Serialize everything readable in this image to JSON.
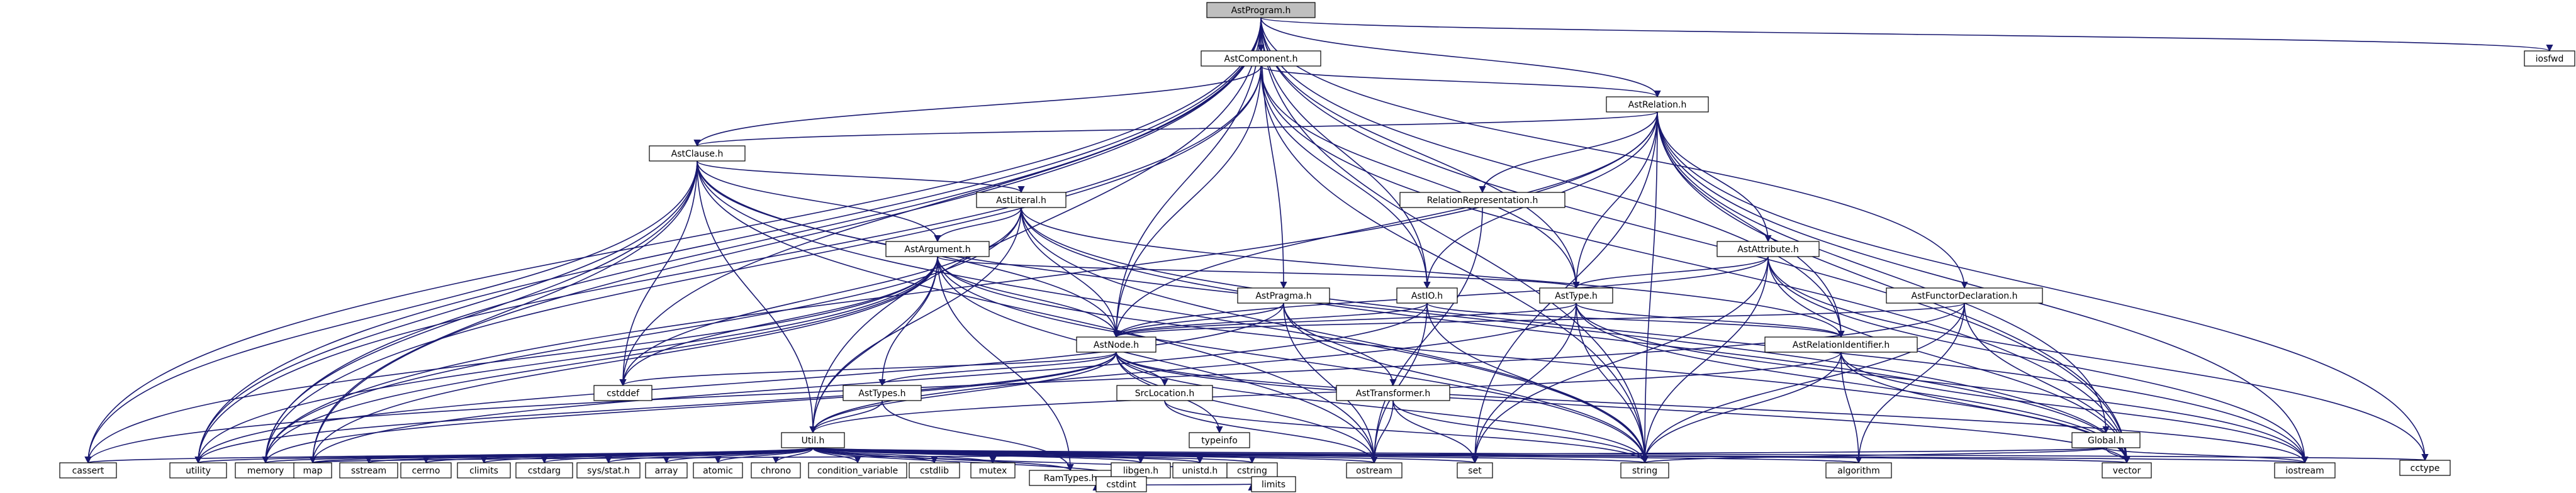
{
  "diagram": {
    "title": "AstProgram.h",
    "colors": {
      "edge": "#191970",
      "root_fill": "#bfbfbf",
      "header_fill": "#ffffff",
      "external_fill": "#ffffff",
      "header_border": "#000000",
      "external_border": "#bfbfbf",
      "truncated_border": "#ff0000"
    },
    "nodes": [
      {
        "id": "AstProgram",
        "label": "AstProgram.h",
        "kind": "root"
      },
      {
        "id": "AstComponent",
        "label": "AstComponent.h",
        "kind": "header"
      },
      {
        "id": "AstRelation",
        "label": "AstRelation.h",
        "kind": "header"
      },
      {
        "id": "AstClause",
        "label": "AstClause.h",
        "kind": "header"
      },
      {
        "id": "AstLiteral",
        "label": "AstLiteral.h",
        "kind": "truncated"
      },
      {
        "id": "AstArgument",
        "label": "AstArgument.h",
        "kind": "truncated"
      },
      {
        "id": "RelationRepresentation",
        "label": "RelationRepresentation.h",
        "kind": "header"
      },
      {
        "id": "AstAttribute",
        "label": "AstAttribute.h",
        "kind": "header"
      },
      {
        "id": "AstPragma",
        "label": "AstPragma.h",
        "kind": "header"
      },
      {
        "id": "AstIO",
        "label": "AstIO.h",
        "kind": "header"
      },
      {
        "id": "AstType",
        "label": "AstType.h",
        "kind": "header"
      },
      {
        "id": "AstFunctorDeclaration",
        "label": "AstFunctorDeclaration.h",
        "kind": "header"
      },
      {
        "id": "AstNode",
        "label": "AstNode.h",
        "kind": "header"
      },
      {
        "id": "AstRelationIdentifier",
        "label": "AstRelationIdentifier.h",
        "kind": "header"
      },
      {
        "id": "AstTransformer",
        "label": "AstTransformer.h",
        "kind": "header"
      },
      {
        "id": "AstTypes",
        "label": "AstTypes.h",
        "kind": "header"
      },
      {
        "id": "SrcLocation",
        "label": "SrcLocation.h",
        "kind": "header"
      },
      {
        "id": "Util",
        "label": "Util.h",
        "kind": "header"
      },
      {
        "id": "Global",
        "label": "Global.h",
        "kind": "header"
      },
      {
        "id": "RamTypes",
        "label": "RamTypes.h",
        "kind": "header"
      },
      {
        "id": "iosfwd",
        "label": "iosfwd",
        "kind": "external"
      },
      {
        "id": "cstddef",
        "label": "cstddef",
        "kind": "external"
      },
      {
        "id": "typeinfo",
        "label": "typeinfo",
        "kind": "external"
      },
      {
        "id": "cassert",
        "label": "cassert",
        "kind": "external"
      },
      {
        "id": "utility",
        "label": "utility",
        "kind": "external"
      },
      {
        "id": "memory",
        "label": "memory",
        "kind": "external"
      },
      {
        "id": "map",
        "label": "map",
        "kind": "external"
      },
      {
        "id": "sstream",
        "label": "sstream",
        "kind": "external"
      },
      {
        "id": "cerrno",
        "label": "cerrno",
        "kind": "external"
      },
      {
        "id": "climits",
        "label": "climits",
        "kind": "external"
      },
      {
        "id": "cstdarg",
        "label": "cstdarg",
        "kind": "external"
      },
      {
        "id": "sysstat",
        "label": "sys/stat.h",
        "kind": "external"
      },
      {
        "id": "array",
        "label": "array",
        "kind": "external"
      },
      {
        "id": "atomic",
        "label": "atomic",
        "kind": "external"
      },
      {
        "id": "chrono",
        "label": "chrono",
        "kind": "external"
      },
      {
        "id": "condvar",
        "label": "condition_variable",
        "kind": "external"
      },
      {
        "id": "cstdlib",
        "label": "cstdlib",
        "kind": "external"
      },
      {
        "id": "mutex",
        "label": "mutex",
        "kind": "external"
      },
      {
        "id": "libgen",
        "label": "libgen.h",
        "kind": "external"
      },
      {
        "id": "unistd",
        "label": "unistd.h",
        "kind": "external"
      },
      {
        "id": "cstring",
        "label": "cstring",
        "kind": "external"
      },
      {
        "id": "ostream",
        "label": "ostream",
        "kind": "external"
      },
      {
        "id": "set",
        "label": "set",
        "kind": "external"
      },
      {
        "id": "string",
        "label": "string",
        "kind": "external"
      },
      {
        "id": "algorithm",
        "label": "algorithm",
        "kind": "external"
      },
      {
        "id": "vector",
        "label": "vector",
        "kind": "external"
      },
      {
        "id": "iostream",
        "label": "iostream",
        "kind": "external"
      },
      {
        "id": "cctype",
        "label": "cctype",
        "kind": "external"
      },
      {
        "id": "cstdint",
        "label": "cstdint",
        "kind": "external"
      },
      {
        "id": "limits",
        "label": "limits",
        "kind": "external"
      }
    ],
    "edges": [
      [
        "AstProgram",
        "AstComponent"
      ],
      [
        "AstProgram",
        "AstRelation"
      ],
      [
        "AstProgram",
        "AstPragma"
      ],
      [
        "AstProgram",
        "AstIO"
      ],
      [
        "AstProgram",
        "AstType"
      ],
      [
        "AstProgram",
        "AstFunctorDeclaration"
      ],
      [
        "AstProgram",
        "AstNode"
      ],
      [
        "AstProgram",
        "AstRelationIdentifier"
      ],
      [
        "AstProgram",
        "Util"
      ],
      [
        "AstProgram",
        "iosfwd"
      ],
      [
        "AstProgram",
        "cassert"
      ],
      [
        "AstProgram",
        "utility"
      ],
      [
        "AstProgram",
        "memory"
      ],
      [
        "AstProgram",
        "map"
      ],
      [
        "AstProgram",
        "string"
      ],
      [
        "AstProgram",
        "vector"
      ],
      [
        "AstProgram",
        "cstddef"
      ],
      [
        "AstComponent",
        "AstRelation"
      ],
      [
        "AstComponent",
        "AstClause"
      ],
      [
        "AstComponent",
        "AstIO"
      ],
      [
        "AstComponent",
        "AstType"
      ],
      [
        "AstComponent",
        "AstNode"
      ],
      [
        "AstComponent",
        "utility"
      ],
      [
        "AstComponent",
        "memory"
      ],
      [
        "AstComponent",
        "string"
      ],
      [
        "AstComponent",
        "vector"
      ],
      [
        "AstRelation",
        "AstClause"
      ],
      [
        "AstRelation",
        "RelationRepresentation"
      ],
      [
        "AstRelation",
        "AstAttribute"
      ],
      [
        "AstRelation",
        "AstIO"
      ],
      [
        "AstRelation",
        "AstType"
      ],
      [
        "AstRelation",
        "AstNode"
      ],
      [
        "AstRelation",
        "AstRelationIdentifier"
      ],
      [
        "AstRelation",
        "Global"
      ],
      [
        "AstRelation",
        "memory"
      ],
      [
        "AstRelation",
        "set"
      ],
      [
        "AstRelation",
        "string"
      ],
      [
        "AstRelation",
        "vector"
      ],
      [
        "AstRelation",
        "iostream"
      ],
      [
        "AstRelation",
        "cctype"
      ],
      [
        "AstClause",
        "AstLiteral"
      ],
      [
        "AstClause",
        "AstArgument"
      ],
      [
        "AstClause",
        "AstNode"
      ],
      [
        "AstClause",
        "Util"
      ],
      [
        "AstClause",
        "cassert"
      ],
      [
        "AstClause",
        "utility"
      ],
      [
        "AstClause",
        "memory"
      ],
      [
        "AstClause",
        "map"
      ],
      [
        "AstClause",
        "string"
      ],
      [
        "AstClause",
        "vector"
      ],
      [
        "AstClause",
        "cstddef"
      ],
      [
        "AstClause",
        "ostream"
      ],
      [
        "AstLiteral",
        "AstArgument"
      ],
      [
        "AstLiteral",
        "AstNode"
      ],
      [
        "AstLiteral",
        "AstRelationIdentifier"
      ],
      [
        "AstLiteral",
        "Util"
      ],
      [
        "AstLiteral",
        "memory"
      ],
      [
        "AstLiteral",
        "string"
      ],
      [
        "AstLiteral",
        "vector"
      ],
      [
        "AstLiteral",
        "cstddef"
      ],
      [
        "AstLiteral",
        "iostream"
      ],
      [
        "AstArgument",
        "AstNode"
      ],
      [
        "AstArgument",
        "AstType"
      ],
      [
        "AstArgument",
        "AstTypes"
      ],
      [
        "AstArgument",
        "Util"
      ],
      [
        "AstArgument",
        "cassert"
      ],
      [
        "AstArgument",
        "utility"
      ],
      [
        "AstArgument",
        "memory"
      ],
      [
        "AstArgument",
        "map"
      ],
      [
        "AstArgument",
        "string"
      ],
      [
        "AstArgument",
        "vector"
      ],
      [
        "AstArgument",
        "ostream"
      ],
      [
        "AstArgument",
        "RamTypes"
      ],
      [
        "AstArgument",
        "cstddef"
      ],
      [
        "RelationRepresentation",
        "ostream"
      ],
      [
        "AstAttribute",
        "AstType"
      ],
      [
        "AstAttribute",
        "AstNode"
      ],
      [
        "AstAttribute",
        "set"
      ],
      [
        "AstAttribute",
        "string"
      ],
      [
        "AstAttribute",
        "vector"
      ],
      [
        "AstAttribute",
        "iostream"
      ],
      [
        "AstAttribute",
        "cctype"
      ],
      [
        "AstPragma",
        "AstNode"
      ],
      [
        "AstPragma",
        "AstTransformer"
      ],
      [
        "AstPragma",
        "ostream"
      ],
      [
        "AstPragma",
        "string"
      ],
      [
        "AstPragma",
        "utility"
      ],
      [
        "AstIO",
        "AstNode"
      ],
      [
        "AstIO",
        "AstRelationIdentifier"
      ],
      [
        "AstIO",
        "ostream"
      ],
      [
        "AstIO",
        "string"
      ],
      [
        "AstIO",
        "map"
      ],
      [
        "AstType",
        "AstNode"
      ],
      [
        "AstType",
        "AstRelationIdentifier"
      ],
      [
        "AstType",
        "Util"
      ],
      [
        "AstType",
        "set"
      ],
      [
        "AstType",
        "string"
      ],
      [
        "AstType",
        "vector"
      ],
      [
        "AstType",
        "iostream"
      ],
      [
        "AstFunctorDeclaration",
        "AstNode"
      ],
      [
        "AstFunctorDeclaration",
        "string"
      ],
      [
        "AstFunctorDeclaration",
        "vector"
      ],
      [
        "AstFunctorDeclaration",
        "algorithm"
      ],
      [
        "AstFunctorDeclaration",
        "cassert"
      ],
      [
        "AstNode",
        "SrcLocation"
      ],
      [
        "AstNode",
        "AstTypes"
      ],
      [
        "AstNode",
        "Util"
      ],
      [
        "AstNode",
        "typeinfo"
      ],
      [
        "AstNode",
        "cstddef"
      ],
      [
        "AstNode",
        "memory"
      ],
      [
        "AstNode",
        "ostream"
      ],
      [
        "AstNode",
        "string"
      ],
      [
        "AstNode",
        "vector"
      ],
      [
        "AstNode",
        "utility"
      ],
      [
        "AstNode",
        "iostream"
      ],
      [
        "AstRelationIdentifier",
        "Util"
      ],
      [
        "AstRelationIdentifier",
        "algorithm"
      ],
      [
        "AstRelationIdentifier",
        "string"
      ],
      [
        "AstRelationIdentifier",
        "vector"
      ],
      [
        "AstRelationIdentifier",
        "iostream"
      ],
      [
        "AstTransformer",
        "string"
      ],
      [
        "AstTransformer",
        "set"
      ],
      [
        "AstTransformer",
        "ostream"
      ],
      [
        "SrcLocation",
        "ostream"
      ],
      [
        "SrcLocation",
        "string"
      ],
      [
        "AstTypes",
        "Util"
      ],
      [
        "AstTypes",
        "RamTypes"
      ],
      [
        "Global",
        "map"
      ],
      [
        "Global",
        "string"
      ],
      [
        "Global",
        "vector"
      ],
      [
        "Global",
        "iostream"
      ],
      [
        "Util",
        "RamTypes"
      ],
      [
        "Util",
        "cassert"
      ],
      [
        "Util",
        "utility"
      ],
      [
        "Util",
        "memory"
      ],
      [
        "Util",
        "map"
      ],
      [
        "Util",
        "sstream"
      ],
      [
        "Util",
        "cerrno"
      ],
      [
        "Util",
        "climits"
      ],
      [
        "Util",
        "cstdarg"
      ],
      [
        "Util",
        "sysstat"
      ],
      [
        "Util",
        "array"
      ],
      [
        "Util",
        "atomic"
      ],
      [
        "Util",
        "chrono"
      ],
      [
        "Util",
        "condvar"
      ],
      [
        "Util",
        "cstdlib"
      ],
      [
        "Util",
        "mutex"
      ],
      [
        "Util",
        "libgen"
      ],
      [
        "Util",
        "unistd"
      ],
      [
        "Util",
        "cstring"
      ],
      [
        "Util",
        "ostream"
      ],
      [
        "Util",
        "set"
      ],
      [
        "Util",
        "string"
      ],
      [
        "Util",
        "algorithm"
      ],
      [
        "Util",
        "vector"
      ],
      [
        "Util",
        "iostream"
      ],
      [
        "Util",
        "cctype"
      ],
      [
        "Util",
        "cstdint"
      ],
      [
        "Util",
        "limits"
      ],
      [
        "RamTypes",
        "cstdint"
      ],
      [
        "RamTypes",
        "limits"
      ]
    ]
  }
}
